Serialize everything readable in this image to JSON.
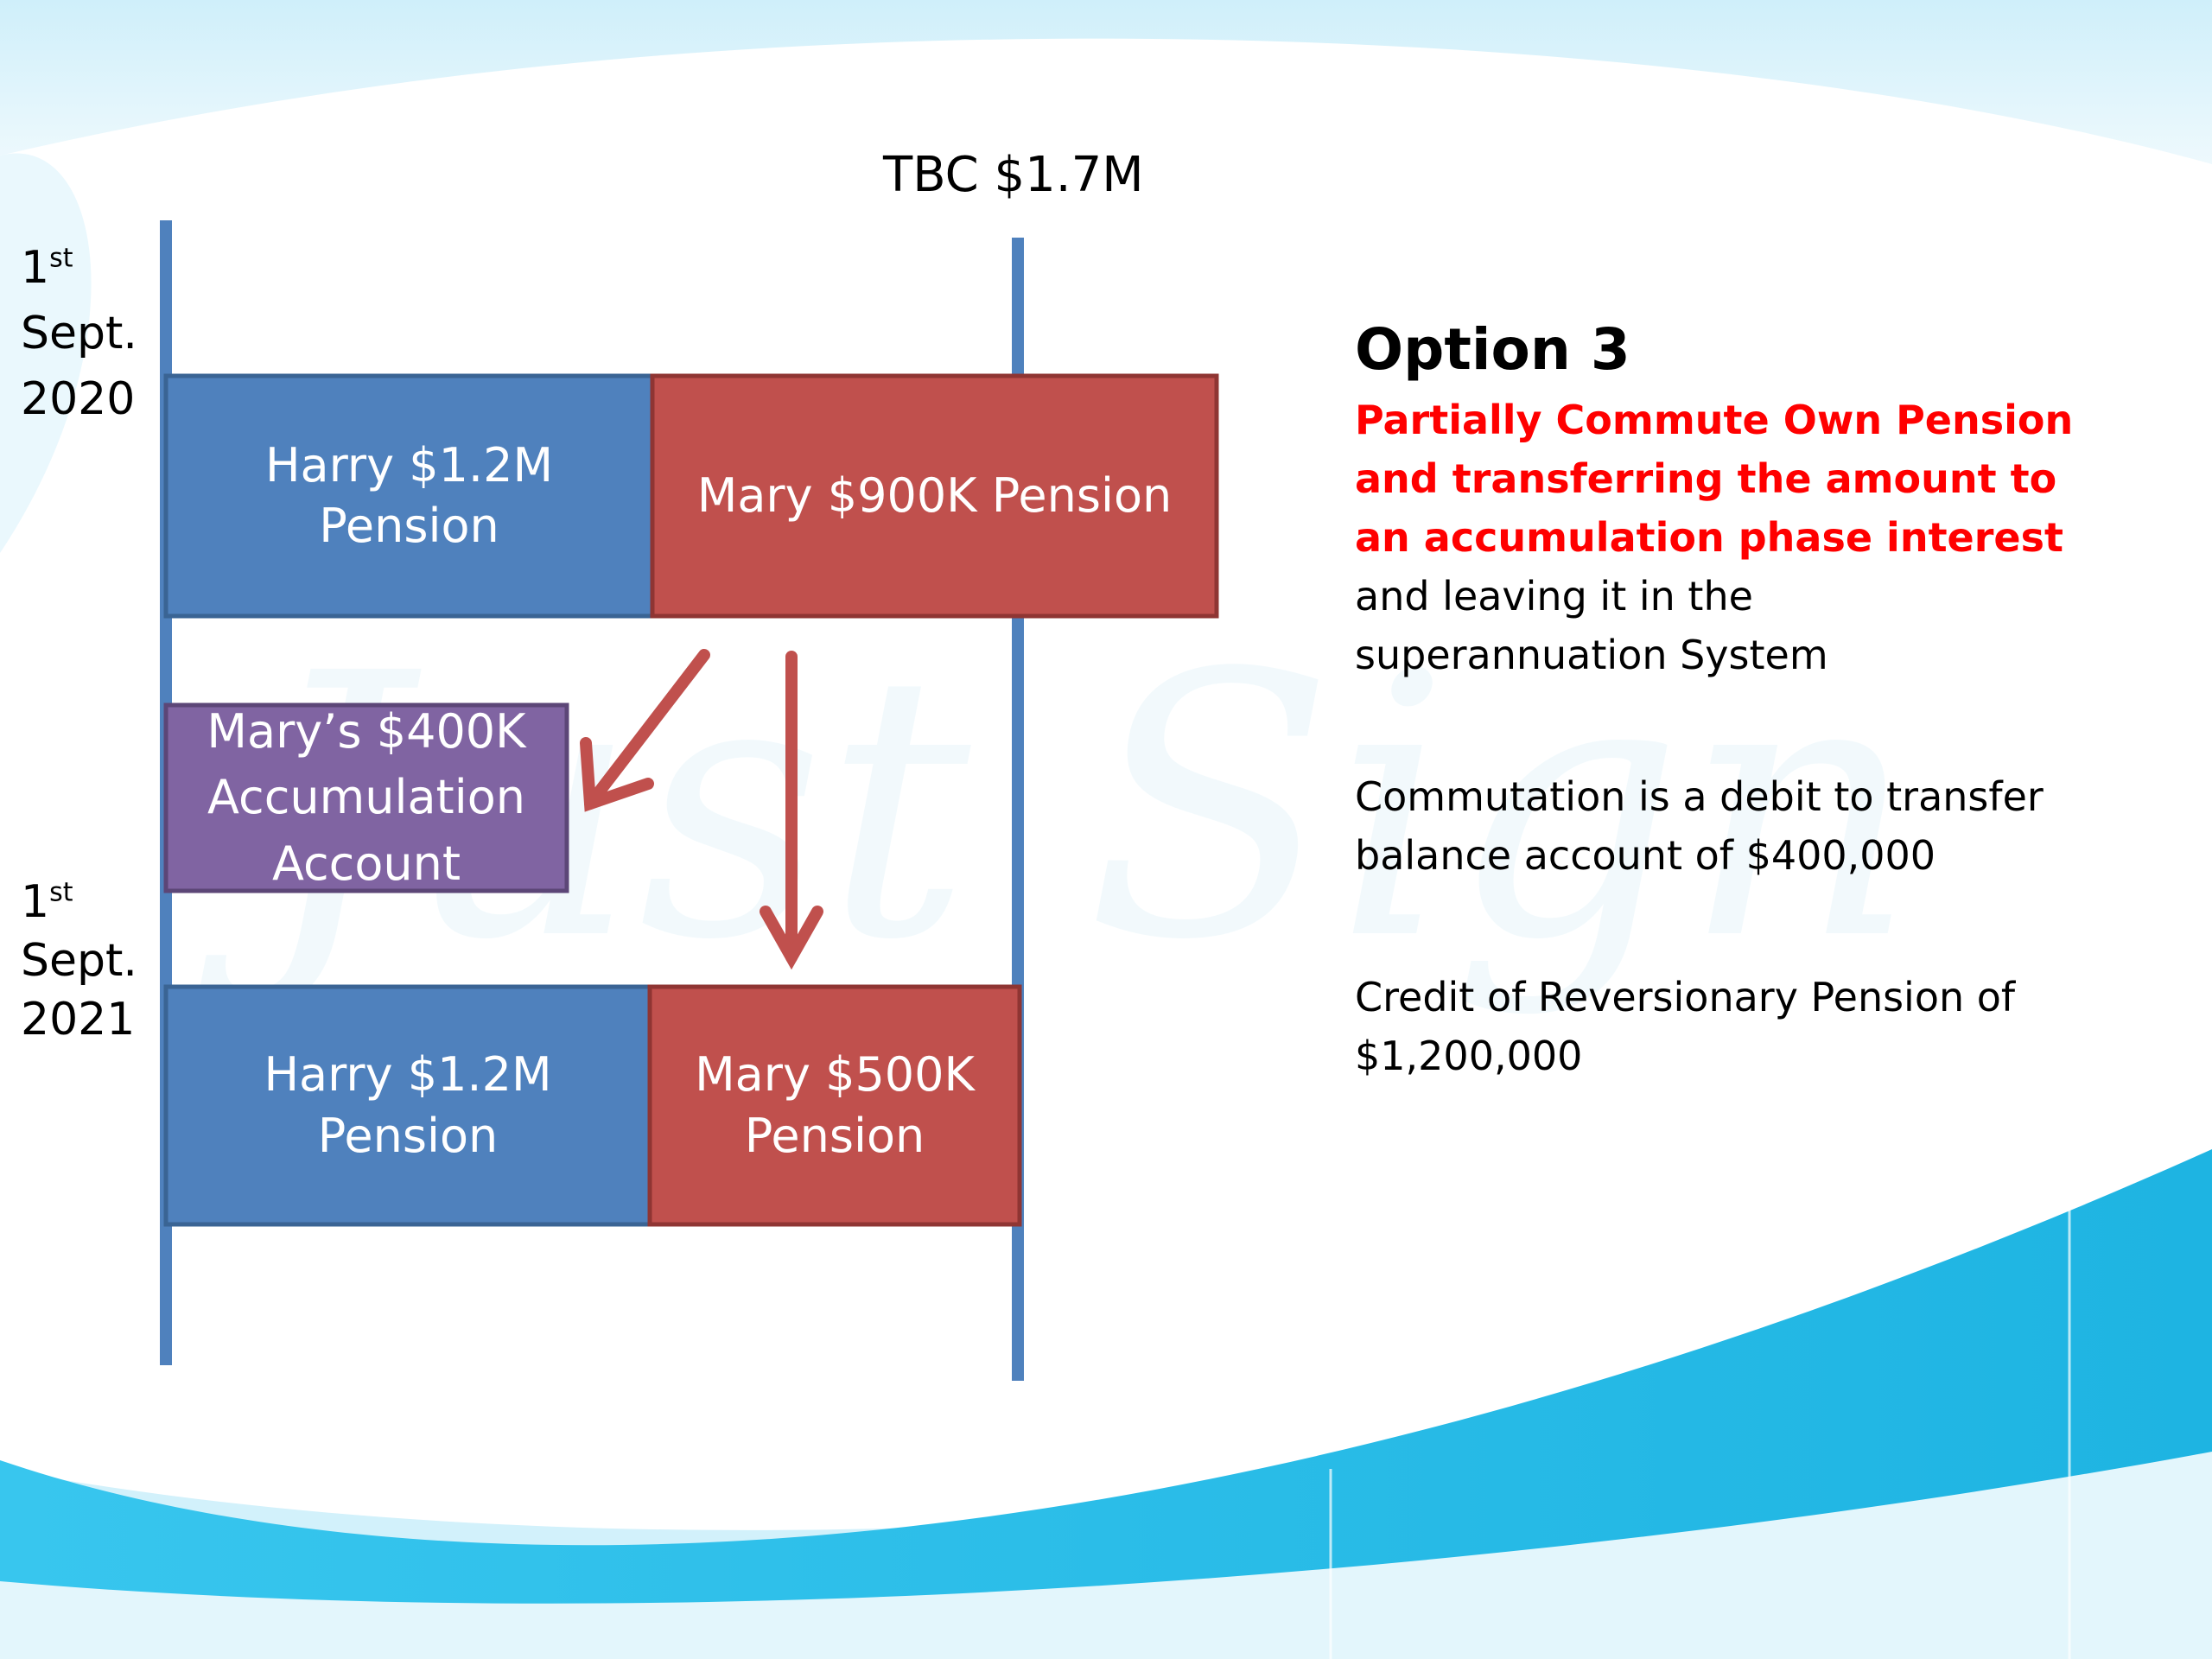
{
  "tbc_label": "TBC $1.7M",
  "dates": [
    {
      "day": "1",
      "suffix": "st",
      "month": "Sept.",
      "year": "2020"
    },
    {
      "day": "1",
      "suffix": "st",
      "month": "Sept.",
      "year": "2021"
    }
  ],
  "boxes": {
    "harry_2020": {
      "line1": "Harry $1.2M",
      "line2": "Pension"
    },
    "mary_2020": {
      "line1": "Mary $900K Pension"
    },
    "mary_accum": {
      "line1": "Mary’s $400K",
      "line2": "Accumulation",
      "line3": "Account"
    },
    "harry_2021": {
      "line1": "Harry $1.2M",
      "line2": "Pension"
    },
    "mary_2021": {
      "line1": "Mary $500K",
      "line2": "Pension"
    }
  },
  "option": {
    "title": "Option 3",
    "highlight": [
      "Partially Commute Own Pension",
      "and transferring the amount to",
      "an accumulation phase interest"
    ],
    "rest": [
      "and leaving it in the",
      "superannuation System"
    ],
    "commutation": [
      "Commutation is a debit to transfer",
      "balance account of $400,000"
    ],
    "credit": [
      "Credit of Reversionary Pension of",
      "$1,200,000"
    ]
  },
  "watermark": "Just Sign",
  "colors": {
    "harry_blue": "#4F81BD",
    "mary_red": "#C0504D",
    "accum_purple": "#8064A2",
    "highlight_red": "#FF0000",
    "wave_blue": "#2BBDE8"
  }
}
